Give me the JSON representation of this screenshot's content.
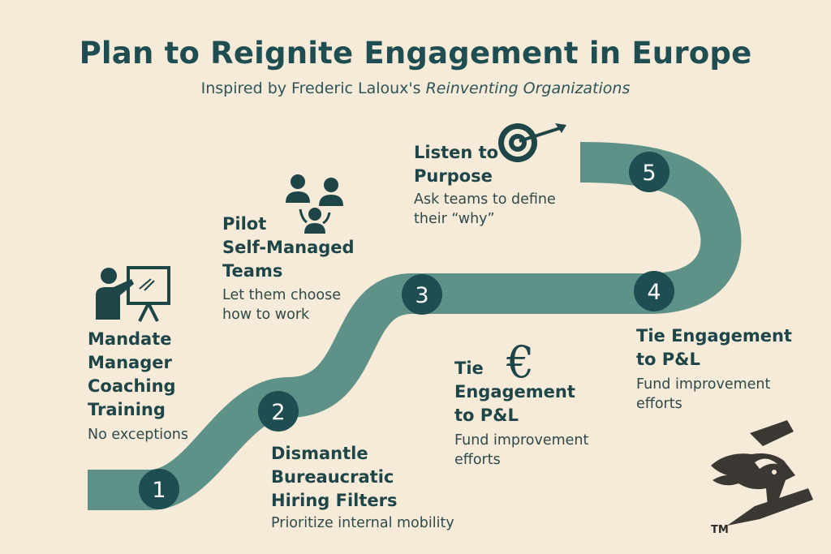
{
  "title": "Plan to Reignite Engagement in Europe",
  "subtitle": {
    "prefix": "Inspired by Frederic Laloux's ",
    "book": "Reinventing Organizations"
  },
  "colors": {
    "background": "#f6ead9",
    "road": "#5e9288",
    "marker": "#1e4e52",
    "text": "#1e4547"
  },
  "steps": [
    {
      "number": "1",
      "heading": "Mandate\nManager\nCoaching\nTraining",
      "description": "No exceptions",
      "icon": "presentation-board-icon"
    },
    {
      "number": "2",
      "heading": "Dismantle\nBureaucratic\nHiring Filters",
      "description": "Prioritize internal mobility",
      "icon": ""
    },
    {
      "number": "3",
      "heading": "Pilot\nSelf-Managed\nTeams",
      "description": "Let them choose\nhow to work",
      "icon": "team-group-icon"
    },
    {
      "number": "4",
      "heading": "Tie Engagement\nto P&L",
      "description": "Fund improvement\nefforts",
      "icon": ""
    },
    {
      "number": "5",
      "heading": "Listen to\nPurpose",
      "description": "Ask teams to define\ntheir “why”",
      "icon": "target-dart-icon"
    }
  ],
  "extra_label": {
    "heading": "Tie\nEngagement\nto P&L",
    "description": "Fund improvement\nefforts",
    "icon": "euro-icon",
    "symbol": "€"
  },
  "logo": {
    "icon": "ram-head-logo-icon",
    "trademark": "TM"
  }
}
